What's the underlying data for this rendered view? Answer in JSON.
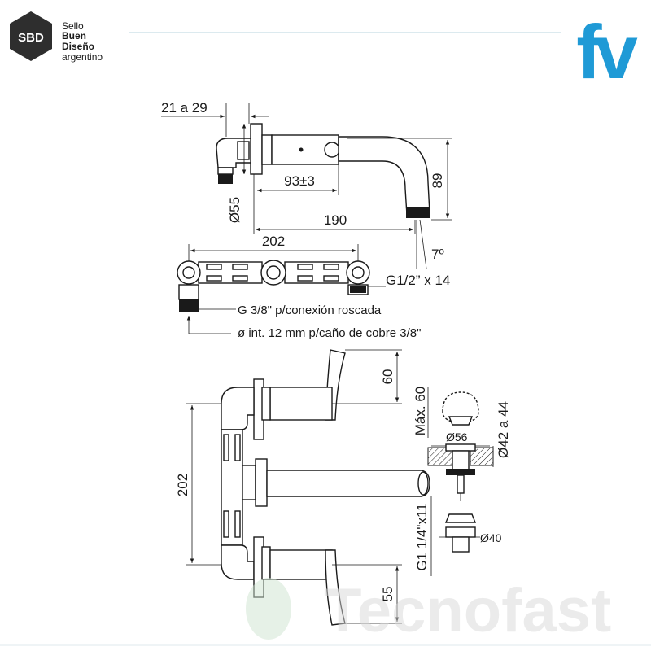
{
  "brand": {
    "sbd_badge": "SBD",
    "sbd_line1": "Sello",
    "sbd_line2": "Buen",
    "sbd_line3": "Diseño",
    "sbd_line4": "argentino",
    "fv_logo": "fv",
    "watermark": "Tecnofast",
    "colors": {
      "fv_blue": "#1f9ad6",
      "sbd_dark": "#2e2e2e",
      "rule": "#b9d6df",
      "watermark": "#d9d9d9"
    }
  },
  "dimensions": {
    "flange_depth": "21 a 29",
    "outlet_height": "89",
    "lever_offset": "93±3",
    "flange_diameter": "Ø55",
    "spout_length": "190",
    "spout_angle": "7º",
    "body_width": "202",
    "outlet_thread": "G1/2” x 14",
    "inlet_thread": "G 3/8\" p/conexión roscada",
    "copper_pipe": "ø int. 12 mm p/caño de cobre 3/8\"",
    "handle_height_top": "60",
    "handle_height_bottom": "55",
    "vertical_spacing": "202",
    "max_thickness": "Máx. 60",
    "drain_cap": "Ø56",
    "drain_range": "Ø42 a 44",
    "drain_thread": "G1 1/4\"x11",
    "drain_body": "Ø40"
  },
  "icons": [
    "sbd-hexagon-icon",
    "fv-logo-icon",
    "tecnofast-leaf-icon"
  ]
}
